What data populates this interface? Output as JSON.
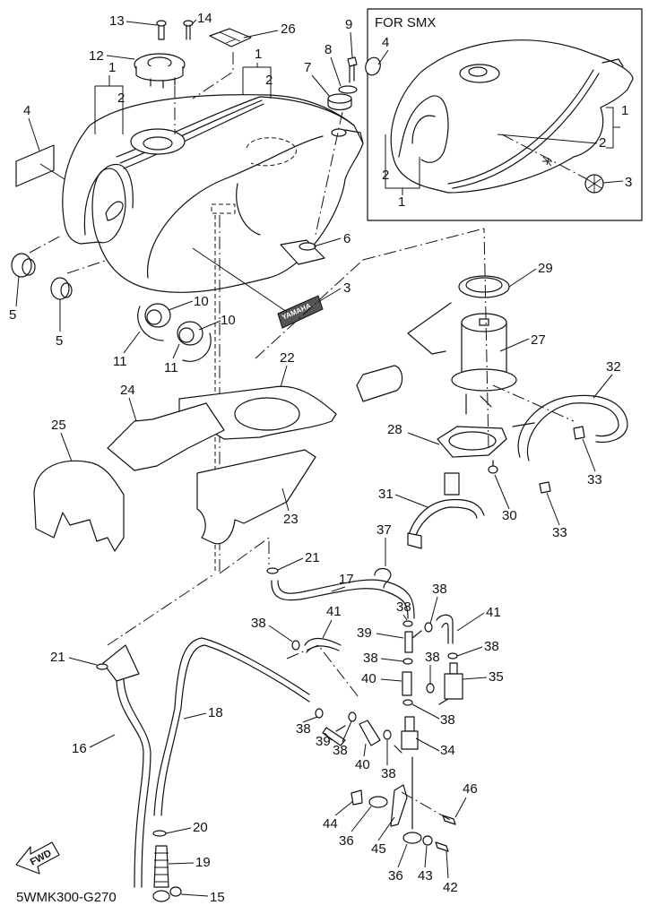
{
  "diagram": {
    "title": "Fuel Tank",
    "drawing_code": "5WMK300-G270",
    "inset": {
      "title": "FOR SMX",
      "callouts": [
        "4",
        "1",
        "2",
        "2",
        "1",
        "3"
      ]
    },
    "fwd_label": "FWD",
    "tank_logo_text": "YAMAHA",
    "callouts": [
      {
        "id": "c1a",
        "label": "1"
      },
      {
        "id": "c2a",
        "label": "2"
      },
      {
        "id": "c1b",
        "label": "1"
      },
      {
        "id": "c2b",
        "label": "2"
      },
      {
        "id": "c3",
        "label": "3"
      },
      {
        "id": "c4",
        "label": "4"
      },
      {
        "id": "c5a",
        "label": "5"
      },
      {
        "id": "c5b",
        "label": "5"
      },
      {
        "id": "c6",
        "label": "6"
      },
      {
        "id": "c7",
        "label": "7"
      },
      {
        "id": "c8",
        "label": "8"
      },
      {
        "id": "c9",
        "label": "9"
      },
      {
        "id": "c10a",
        "label": "10"
      },
      {
        "id": "c10b",
        "label": "10"
      },
      {
        "id": "c11a",
        "label": "11"
      },
      {
        "id": "c11b",
        "label": "11"
      },
      {
        "id": "c12",
        "label": "12"
      },
      {
        "id": "c13",
        "label": "13"
      },
      {
        "id": "c14",
        "label": "14"
      },
      {
        "id": "c15",
        "label": "15"
      },
      {
        "id": "c16",
        "label": "16"
      },
      {
        "id": "c17",
        "label": "17"
      },
      {
        "id": "c18",
        "label": "18"
      },
      {
        "id": "c19",
        "label": "19"
      },
      {
        "id": "c20",
        "label": "20"
      },
      {
        "id": "c21a",
        "label": "21"
      },
      {
        "id": "c21b",
        "label": "21"
      },
      {
        "id": "c22",
        "label": "22"
      },
      {
        "id": "c23",
        "label": "23"
      },
      {
        "id": "c24",
        "label": "24"
      },
      {
        "id": "c25",
        "label": "25"
      },
      {
        "id": "c26",
        "label": "26"
      },
      {
        "id": "c27",
        "label": "27"
      },
      {
        "id": "c28",
        "label": "28"
      },
      {
        "id": "c29",
        "label": "29"
      },
      {
        "id": "c30",
        "label": "30"
      },
      {
        "id": "c31",
        "label": "31"
      },
      {
        "id": "c32",
        "label": "32"
      },
      {
        "id": "c33a",
        "label": "33"
      },
      {
        "id": "c33b",
        "label": "33"
      },
      {
        "id": "c34",
        "label": "34"
      },
      {
        "id": "c35",
        "label": "35"
      },
      {
        "id": "c36a",
        "label": "36"
      },
      {
        "id": "c36b",
        "label": "36"
      },
      {
        "id": "c37",
        "label": "37"
      },
      {
        "id": "c38a",
        "label": "38"
      },
      {
        "id": "c38b",
        "label": "38"
      },
      {
        "id": "c38c",
        "label": "38"
      },
      {
        "id": "c38d",
        "label": "38"
      },
      {
        "id": "c38e",
        "label": "38"
      },
      {
        "id": "c38f",
        "label": "38"
      },
      {
        "id": "c38g",
        "label": "38"
      },
      {
        "id": "c38h",
        "label": "38"
      },
      {
        "id": "c38i",
        "label": "38"
      },
      {
        "id": "c38j",
        "label": "38"
      },
      {
        "id": "c39a",
        "label": "39"
      },
      {
        "id": "c39b",
        "label": "39"
      },
      {
        "id": "c40a",
        "label": "40"
      },
      {
        "id": "c40b",
        "label": "40"
      },
      {
        "id": "c41a",
        "label": "41"
      },
      {
        "id": "c41b",
        "label": "41"
      },
      {
        "id": "c42",
        "label": "42"
      },
      {
        "id": "c43",
        "label": "43"
      },
      {
        "id": "c44",
        "label": "44"
      },
      {
        "id": "c45",
        "label": "45"
      },
      {
        "id": "c46",
        "label": "46"
      }
    ]
  }
}
